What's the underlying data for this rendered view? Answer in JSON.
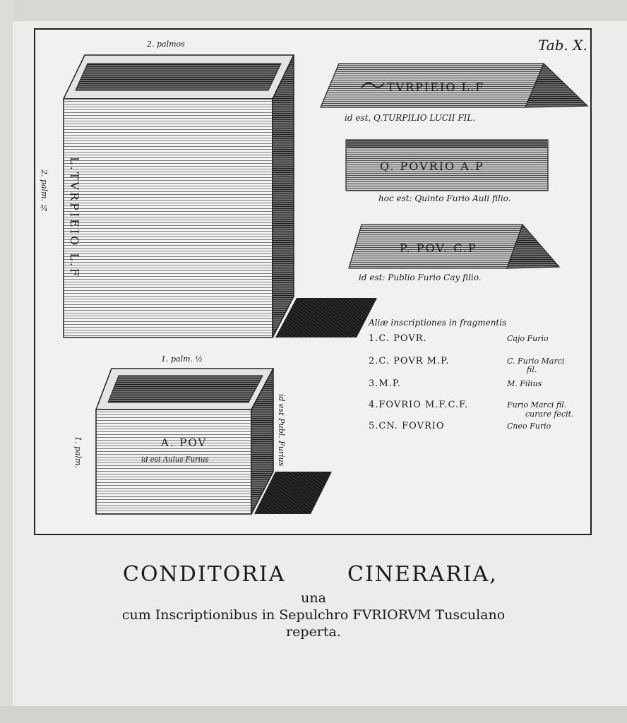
{
  "plate": {
    "tab_label": "Tab. X.",
    "large_box": {
      "top_dimension": "2. palmos",
      "side_dimension": "2. palm. ¾",
      "inscription": "L.TVRPIEIO L.F"
    },
    "prisms": [
      {
        "inscription": "TVRPIEIO L.F",
        "gloss": "id est, Q.TURPILIO LUCII FIL."
      },
      {
        "inscription": "Q. POVRIO A.P",
        "gloss": "hoc est: Quinto Furio Auli filio."
      },
      {
        "inscription": "P. POV. C.P",
        "gloss": "id est: Publio Furio Cay filio."
      }
    ],
    "fragments": {
      "title": "Aliæ inscriptiones in fragmentis",
      "items": [
        {
          "text": "1.C. POVR.",
          "gloss": "Cajo Furio",
          "gloss2": ""
        },
        {
          "text": "2.C. POVR M.P.",
          "gloss": "C. Furio Marci",
          "gloss2": "fil."
        },
        {
          "text": "3.M.P.",
          "gloss": "M. Filius",
          "gloss2": ""
        },
        {
          "text": "4.FOVRIO M.F.C.F.",
          "gloss": "Furio Marci fil.",
          "gloss2": "curare fecit."
        },
        {
          "text": "5.CN. FOVRIO",
          "gloss": "Cneo Furio",
          "gloss2": ""
        }
      ]
    },
    "small_box": {
      "top_dimension": "1. palm. ½",
      "side_dimension": "1. palm.",
      "inscription": "A. POV",
      "gloss": "id est Aulus Furius",
      "side_gloss": "id est Publ. Furius"
    }
  },
  "caption": {
    "title_left": "CONDITORIA",
    "title_right": "CINERARIA,",
    "line1": "una",
    "line2": "cum Inscriptionibus in Sepulchro FVRIORVM Tusculano",
    "line3": "reperta."
  }
}
